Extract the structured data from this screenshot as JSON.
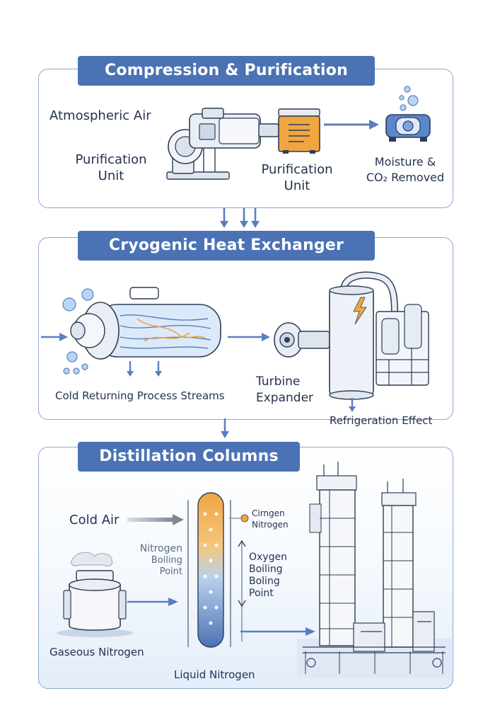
{
  "sections": {
    "compression": {
      "title": "Compression & Purification",
      "labels": {
        "atmospheric_air": "Atmospheric Air",
        "purification_unit_left": "Purification Unit",
        "purification_unit_center": "Purification Unit",
        "moisture_removed_line1": "Moisture &",
        "moisture_removed_line2": "CO₂ Removed"
      }
    },
    "exchanger": {
      "title": "Cryogenic Heat Exchanger",
      "labels": {
        "cold_returning": "Cold Returning Process Streams",
        "turbine": "Turbine",
        "expander": "Expander",
        "refrigeration": "Refrigeration Effect"
      }
    },
    "distillation": {
      "title": "Distillation Columns",
      "labels": {
        "cold_air": "Cold Air",
        "cirngen": "Cirngen",
        "nitrogen_top": "Nitrogen",
        "nitrogen_bp_1": "Nitrogen",
        "nitrogen_bp_2": "Boiling",
        "nitrogen_bp_3": "Point",
        "oxygen_bp_1": "Oxygen",
        "oxygen_bp_2": "Boiling",
        "oxygen_bp_3": "Boling",
        "oxygen_bp_4": "Point",
        "gaseous_nitrogen": "Gaseous Nitrogen",
        "liquid_nitrogen": "Liquid Nitrogen"
      }
    }
  },
  "colors": {
    "accent": "#4a72b5",
    "border": "#8fa6cf",
    "arrow": "#5b7fbf",
    "orange": "#f0a640",
    "ice": "#b8d6f2"
  }
}
